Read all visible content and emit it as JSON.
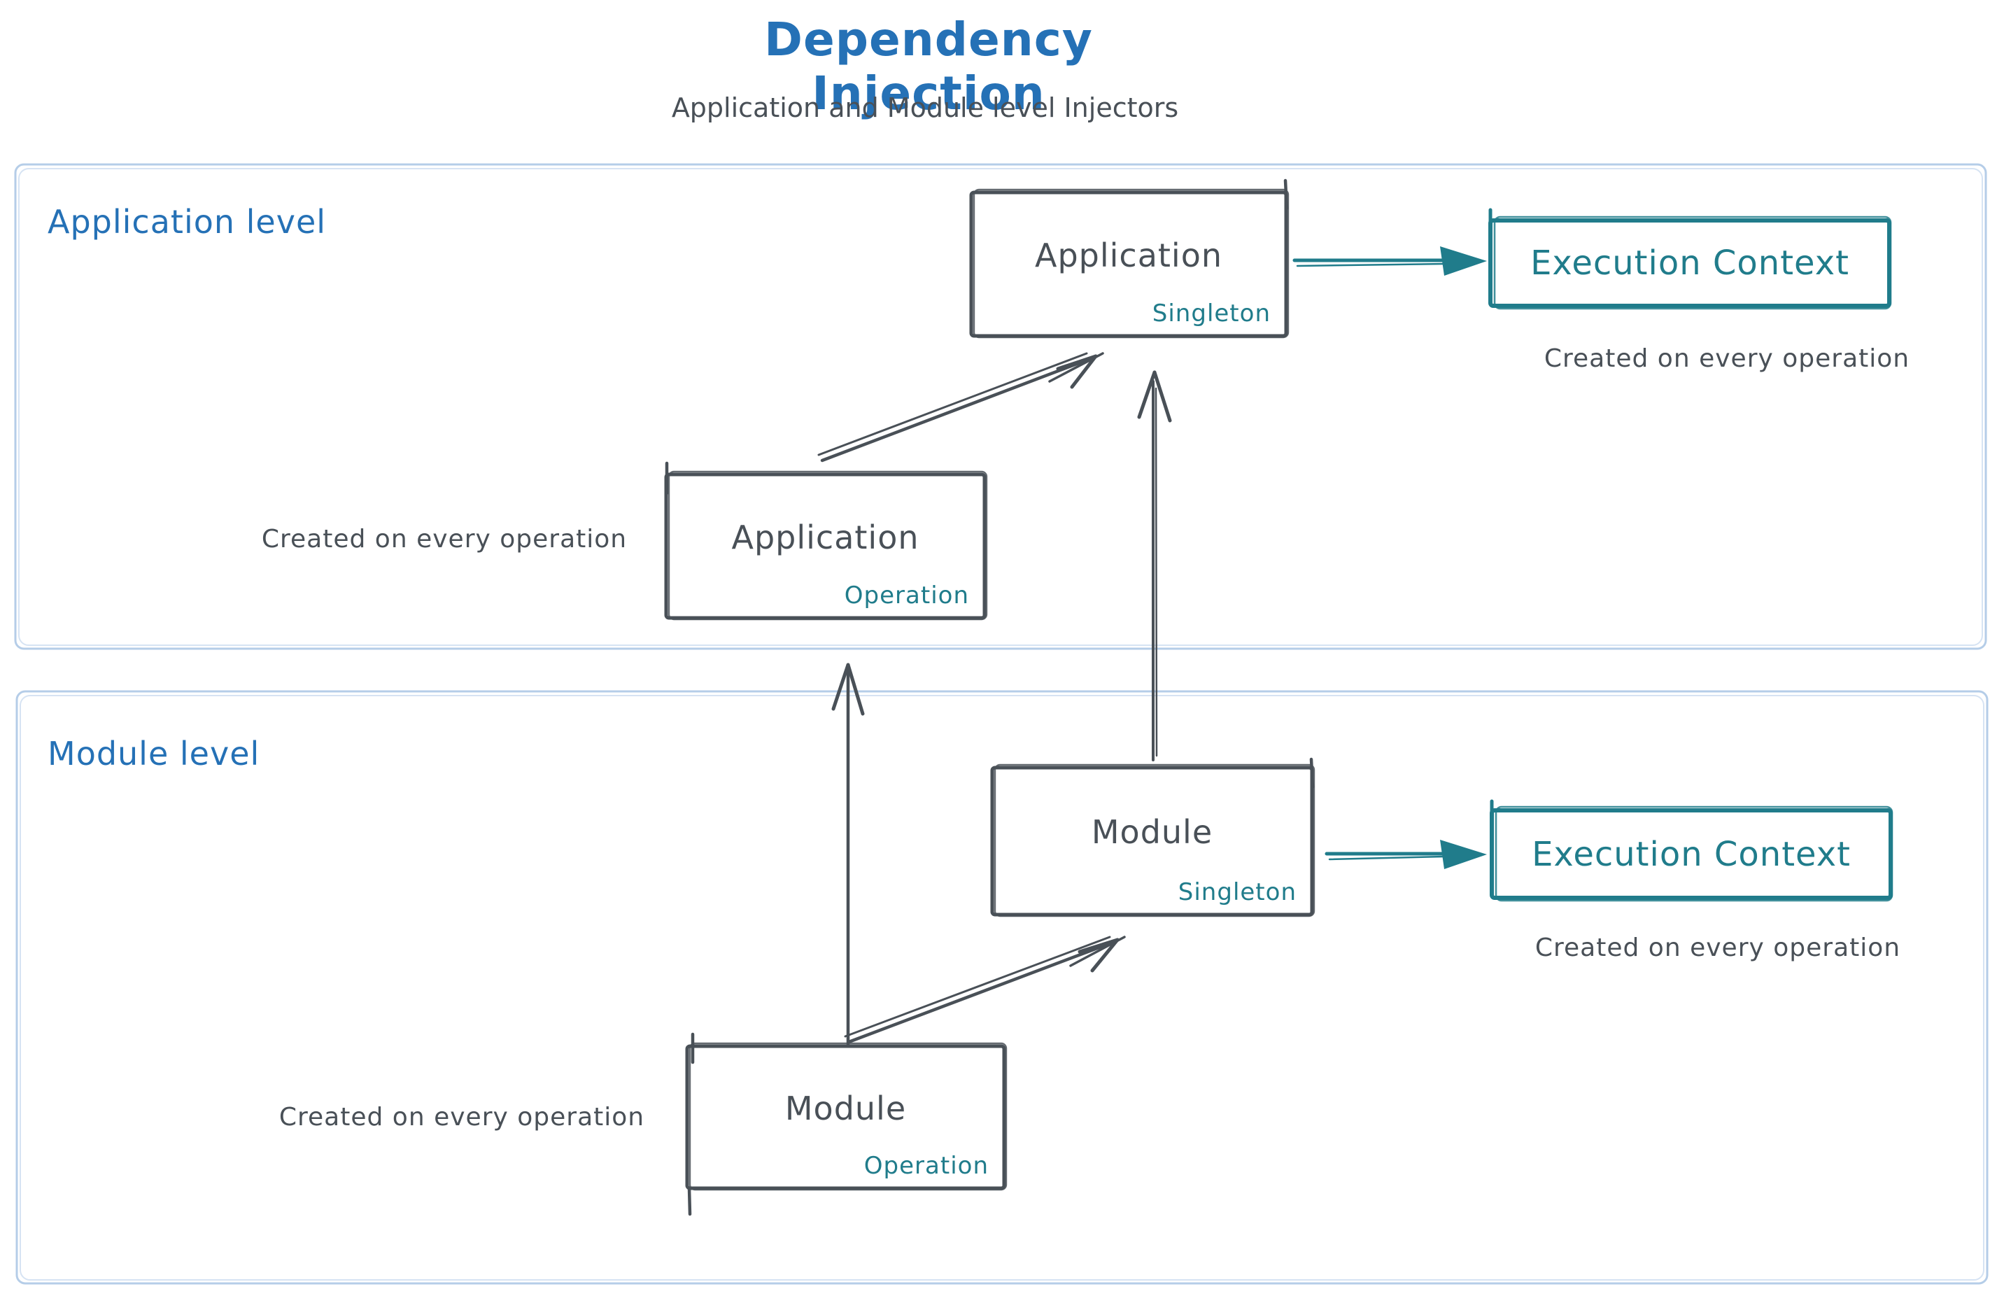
{
  "title": "Dependency Injection",
  "subtitle": "Application and Module level Injectors",
  "colors": {
    "blue": "#2571b6",
    "teal": "#207c8b",
    "dark": "#495057",
    "section_border": "#b5cde8"
  },
  "sections": [
    {
      "label": "Application level",
      "nodes": [
        {
          "title": "Application",
          "badge": "Singleton"
        },
        {
          "title": "Application",
          "badge": "Operation"
        },
        {
          "title": "Execution Context"
        }
      ],
      "notes": [
        {
          "text": "Created on every operation"
        },
        {
          "text": "Created on every operation"
        }
      ]
    },
    {
      "label": "Module level",
      "nodes": [
        {
          "title": "Module",
          "badge": "Singleton"
        },
        {
          "title": "Module",
          "badge": "Operation"
        },
        {
          "title": "Execution Context"
        }
      ],
      "notes": [
        {
          "text": "Created on every operation"
        },
        {
          "text": "Created on every operation"
        }
      ]
    }
  ]
}
